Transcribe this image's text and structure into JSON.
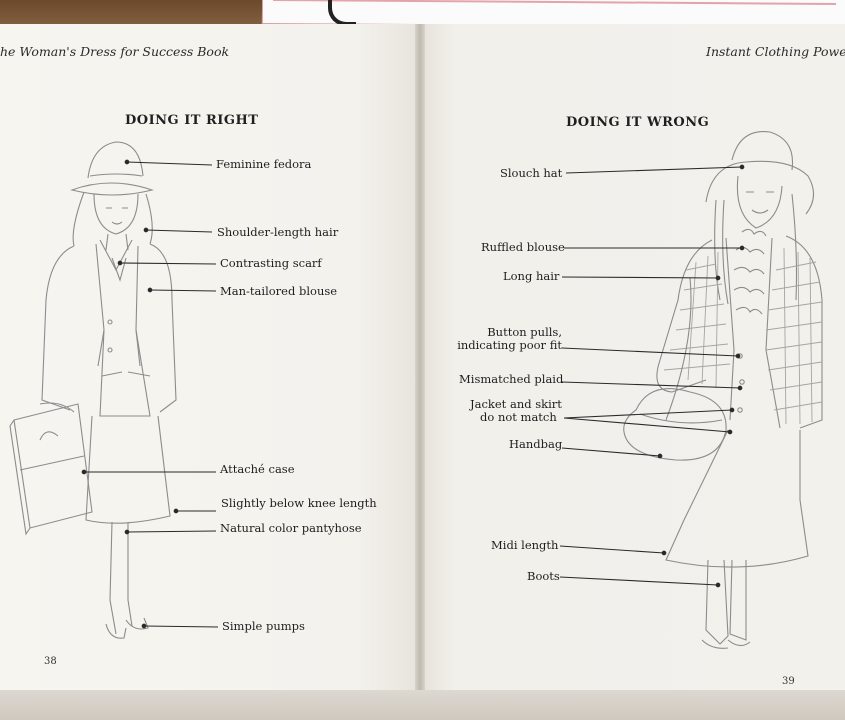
{
  "left_page": {
    "running_head": "he Woman's Dress for Success Book",
    "heading": "DOING IT RIGHT",
    "labels": [
      "Feminine fedora",
      "Shoulder-length hair",
      "Contrasting scarf",
      "Man-tailored blouse",
      "Attaché case",
      "Slightly below knee length",
      "Natural color pantyhose",
      "Simple pumps"
    ],
    "page_number": "38"
  },
  "right_page": {
    "running_head": "Instant Clothing Powe",
    "heading": "DOING IT WRONG",
    "labels": [
      "Slouch hat",
      "Ruffled blouse",
      "Long hair",
      "Button pulls,",
      "indicating poor fit",
      "Mismatched plaid",
      "Jacket and skirt",
      "do not match",
      "Handbag",
      "Midi length",
      "Boots"
    ],
    "page_number": "39"
  },
  "colors": {
    "paper": "#f6f4ef",
    "ink": "#1e1e1e",
    "pencil": "#8a8a8a",
    "table": "#8a6a4a"
  }
}
